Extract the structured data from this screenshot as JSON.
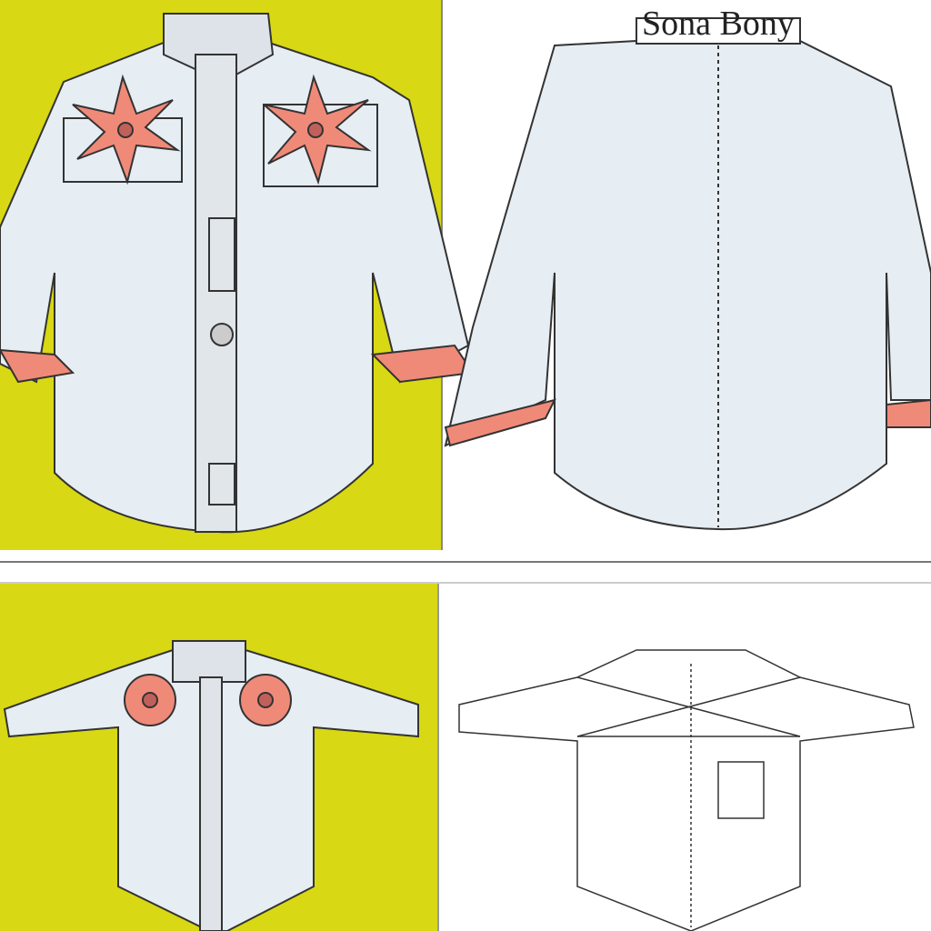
{
  "illustration": {
    "panels": [
      {
        "id": "front-embroidered",
        "background": "yellow"
      },
      {
        "id": "back-plain",
        "background": "white",
        "label": "Sona Bony"
      },
      {
        "id": "front-flat",
        "background": "yellow"
      },
      {
        "id": "back-flat-outline",
        "background": "white"
      }
    ],
    "colors": {
      "yellow": "#d8d814",
      "shirt": "#e6edf3",
      "accent": "#f08a78",
      "line": "#333333"
    }
  }
}
